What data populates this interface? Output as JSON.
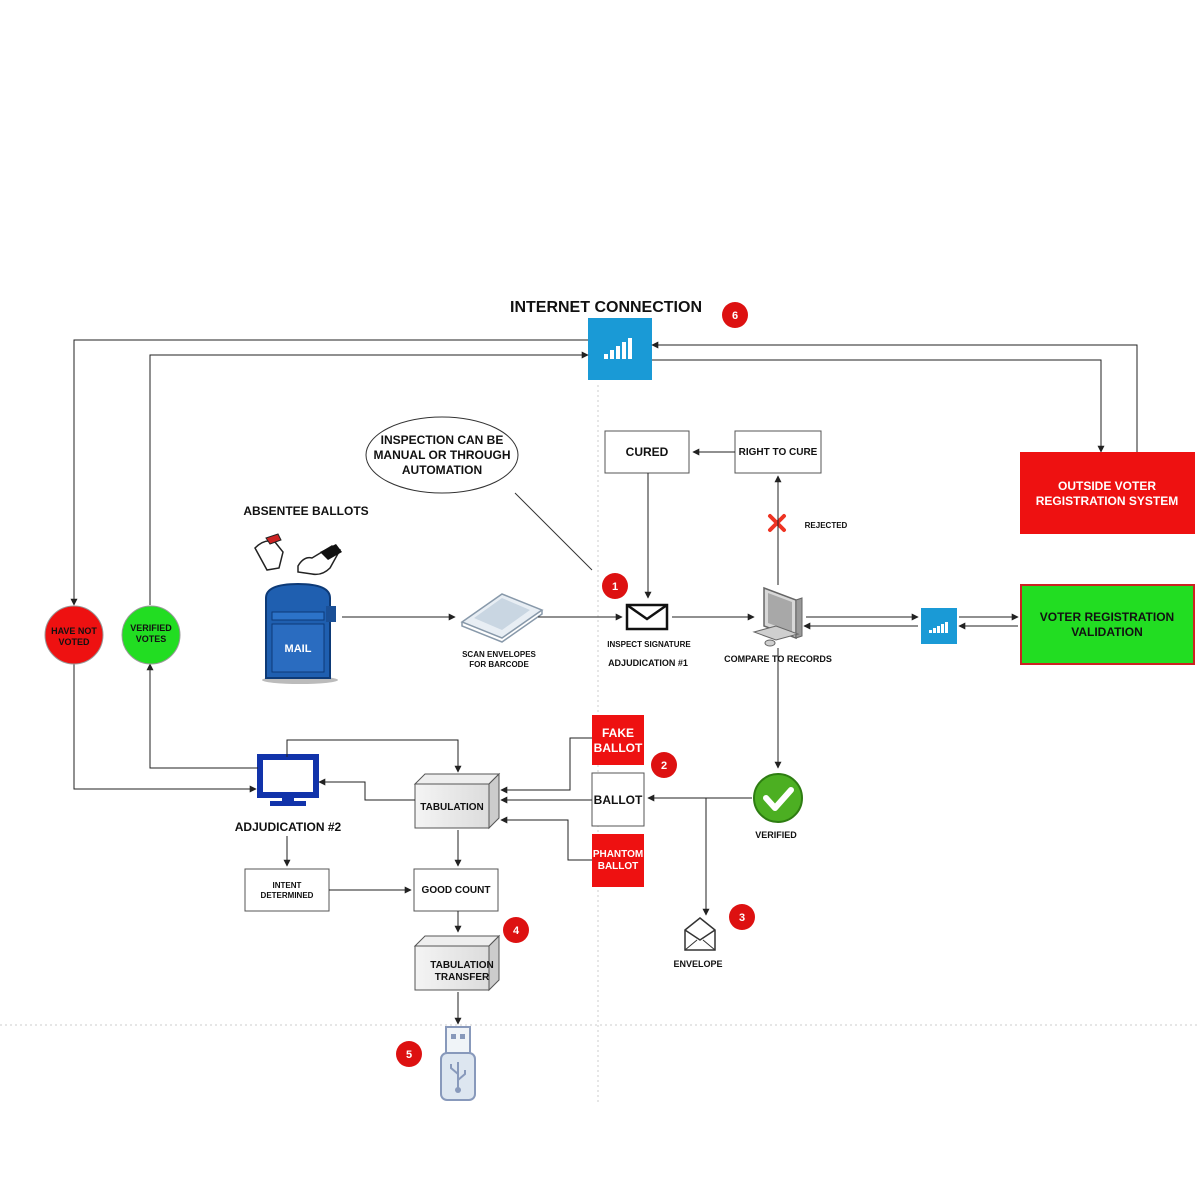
{
  "title": "INTERNET CONNECTION",
  "labels": {
    "callout": [
      "INSPECTION CAN BE",
      "MANUAL OR THROUGH",
      "AUTOMATION"
    ],
    "absentee": "ABSENTEE BALLOTS",
    "mail": "MAIL",
    "scan": [
      "SCAN ENVELOPES",
      "FOR BARCODE"
    ],
    "inspect": "INSPECT SIGNATURE",
    "adj1": "ADJUDICATION #1",
    "compare": "COMPARE TO RECORDS",
    "cured": "CURED",
    "right_to_cure": "RIGHT TO CURE",
    "rejected": "REJECTED",
    "outside": [
      "OUTSIDE VOTER",
      "REGISTRATION SYSTEM"
    ],
    "vrv": [
      "VOTER REGISTRATION",
      "VALIDATION"
    ],
    "have_not": [
      "HAVE NOT",
      "VOTED"
    ],
    "verified_votes": [
      "VERIFIED",
      "VOTES"
    ],
    "fake": [
      "FAKE",
      "BALLOT"
    ],
    "ballot": "BALLOT",
    "phantom": [
      "PHANTOM",
      "BALLOT"
    ],
    "verified": "VERIFIED",
    "tabulation": "TABULATION",
    "adj2": "ADJUDICATION #2",
    "intent": [
      "INTENT",
      "DETERMINED"
    ],
    "good_count": "GOOD COUNT",
    "envelope": "ENVELOPE",
    "tab_transfer": [
      "TABULATION",
      "TRANSFER"
    ]
  },
  "markers": [
    "1",
    "2",
    "3",
    "4",
    "5",
    "6"
  ],
  "colors": {
    "wifi_blue": "#1a9ad6",
    "red": "#ee1111",
    "green": "#22dd22",
    "marker_red": "#dd1111",
    "check_green": "#4caf22",
    "monitor_blue": "#1133aa",
    "mailbox_blue": "#1f5fb0"
  }
}
